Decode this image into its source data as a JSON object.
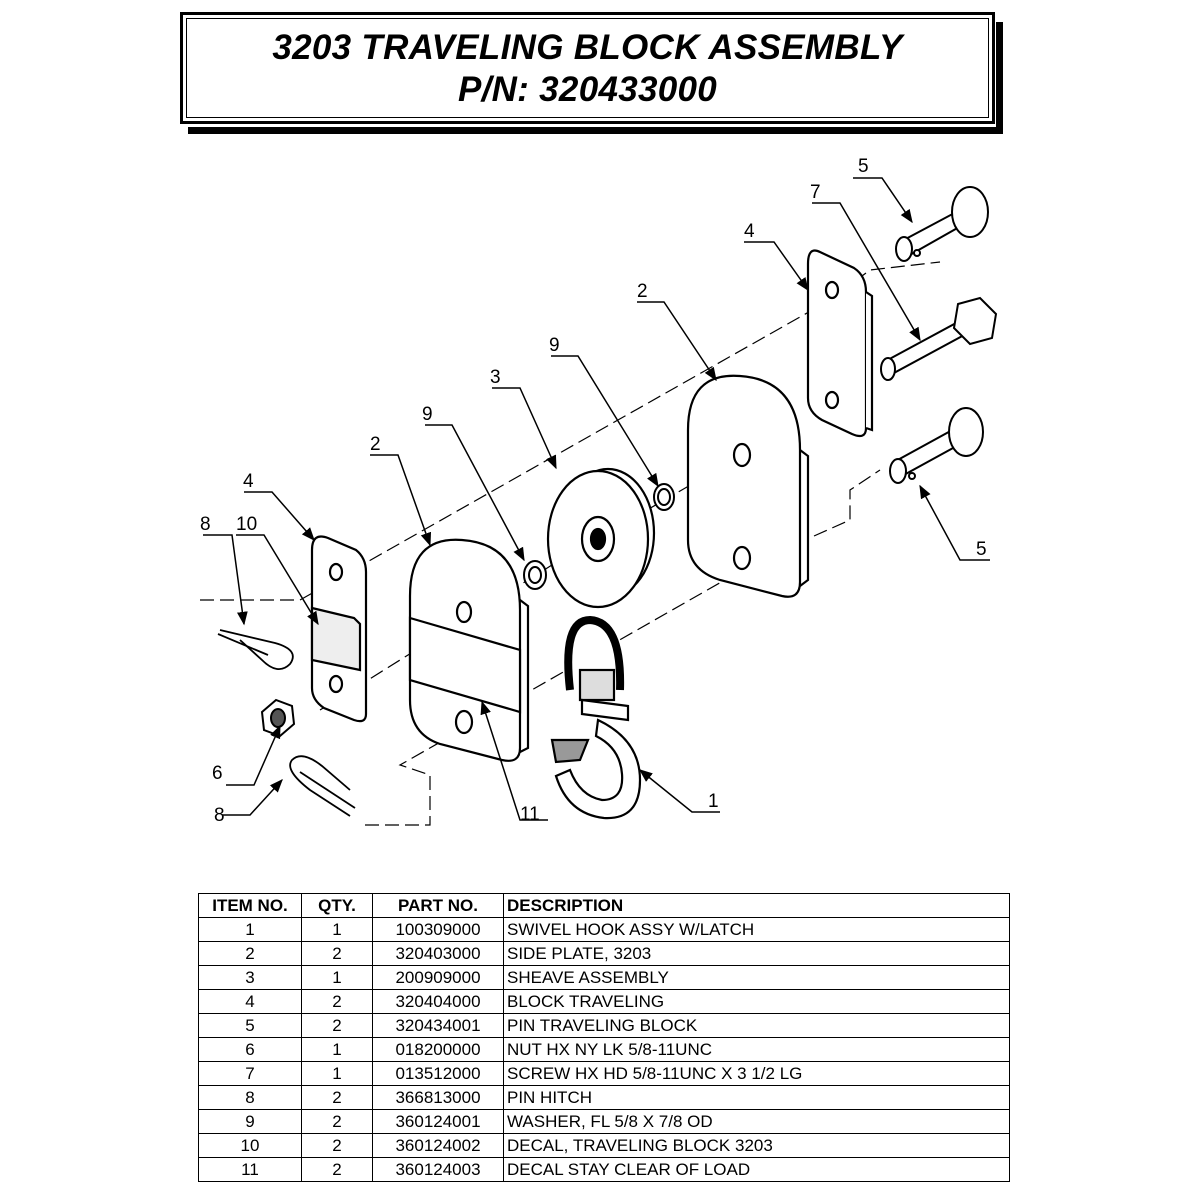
{
  "title": {
    "line1": "3203 TRAVELING BLOCK ASSEMBLY",
    "line2": "P/N: 320433000"
  },
  "callouts": [
    "1",
    "2",
    "2",
    "3",
    "4",
    "4",
    "5",
    "5",
    "6",
    "7",
    "8",
    "8",
    "9",
    "9",
    "10",
    "11"
  ],
  "bom": {
    "headers": [
      "ITEM NO.",
      "QTY.",
      "PART NO.",
      "DESCRIPTION"
    ],
    "rows": [
      [
        "1",
        "1",
        "100309000",
        "SWIVEL HOOK ASSY W/LATCH"
      ],
      [
        "2",
        "2",
        "320403000",
        "SIDE PLATE, 3203"
      ],
      [
        "3",
        "1",
        "200909000",
        "SHEAVE ASSEMBLY"
      ],
      [
        "4",
        "2",
        "320404000",
        "BLOCK TRAVELING"
      ],
      [
        "5",
        "2",
        "320434001",
        "PIN TRAVELING BLOCK"
      ],
      [
        "6",
        "1",
        "018200000",
        "NUT HX NY LK 5/8-11UNC"
      ],
      [
        "7",
        "1",
        "013512000",
        "SCREW HX HD 5/8-11UNC X 3 1/2 LG"
      ],
      [
        "8",
        "2",
        "366813000",
        "PIN HITCH"
      ],
      [
        "9",
        "2",
        "360124001",
        "WASHER, FL 5/8 X 7/8 OD"
      ],
      [
        "10",
        "2",
        "360124002",
        "DECAL, TRAVELING BLOCK 3203"
      ],
      [
        "11",
        "2",
        "360124003",
        "DECAL STAY CLEAR OF LOAD"
      ]
    ]
  }
}
